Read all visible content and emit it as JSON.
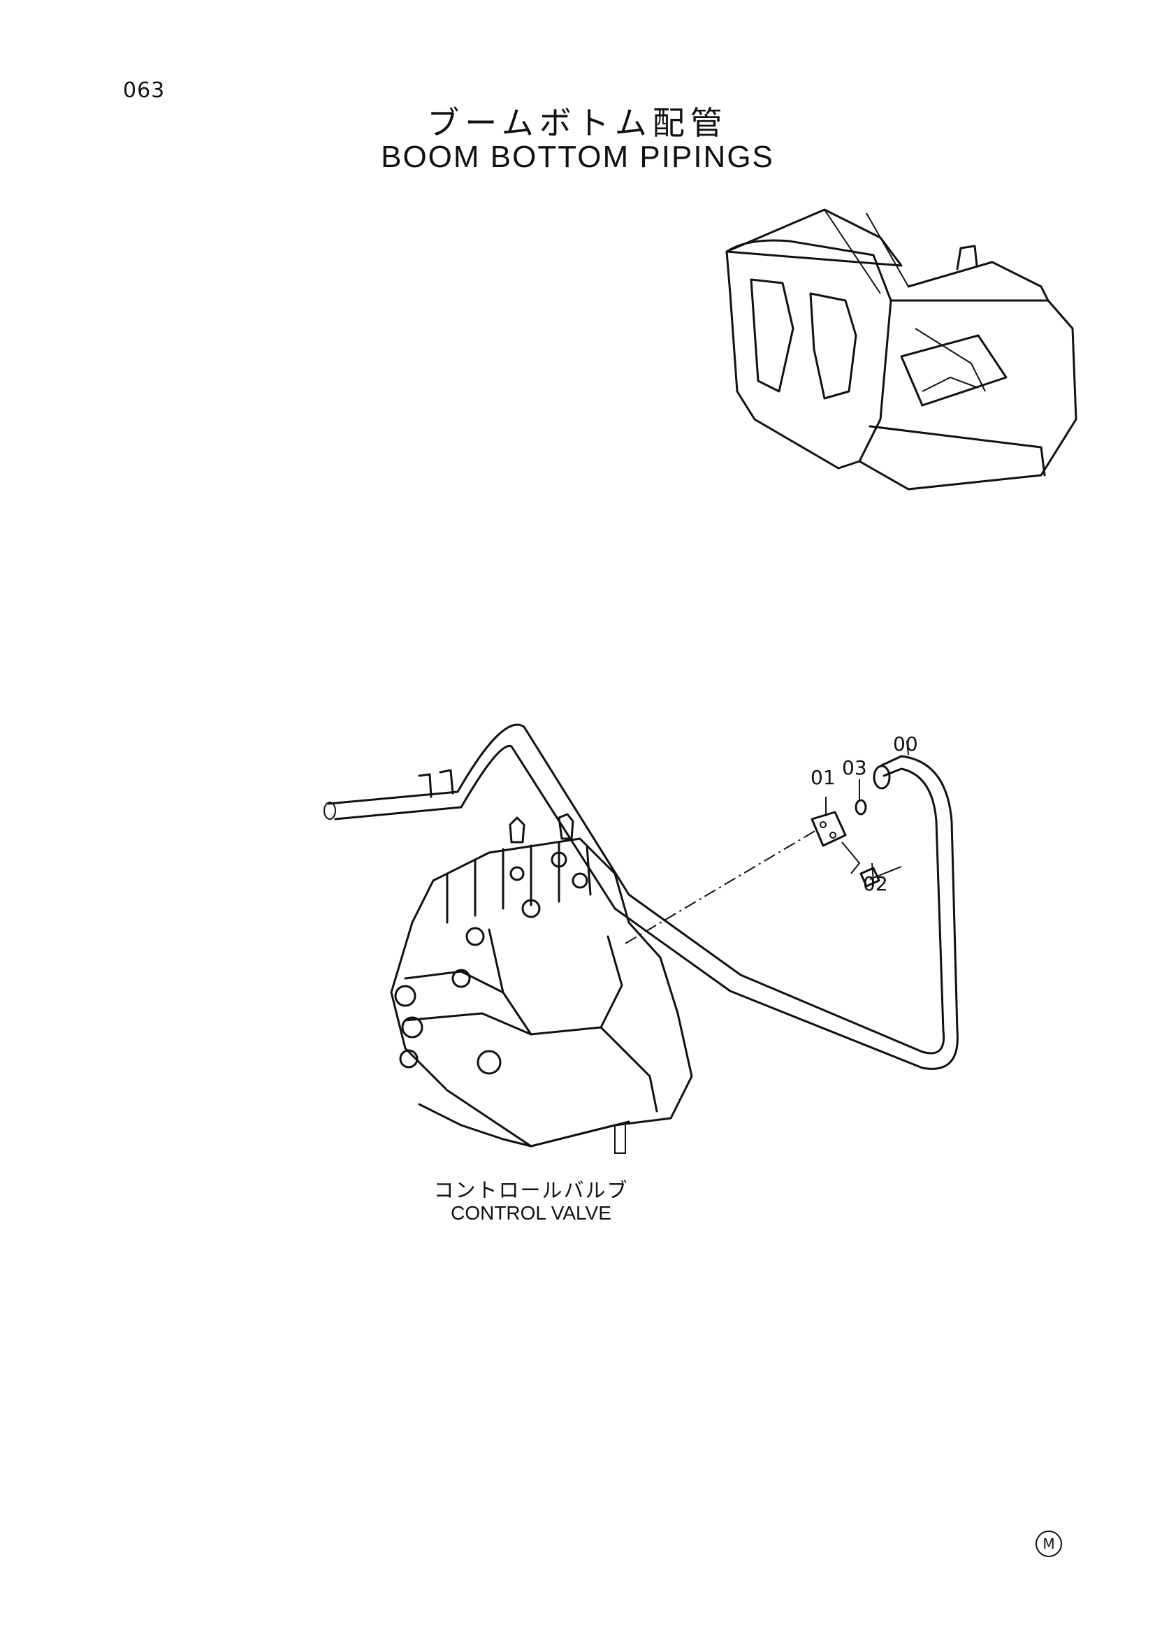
{
  "page_number": "063",
  "title_jp": "ブームボトム配管",
  "title_en": "BOOM BOTTOM PIPINGS",
  "callouts": {
    "c00": "00",
    "c01": "01",
    "c02": "02",
    "c03": "03"
  },
  "caption_jp": "コントロールバルブ",
  "caption_en": "CONTROL VALVE",
  "corner_mark": "M"
}
